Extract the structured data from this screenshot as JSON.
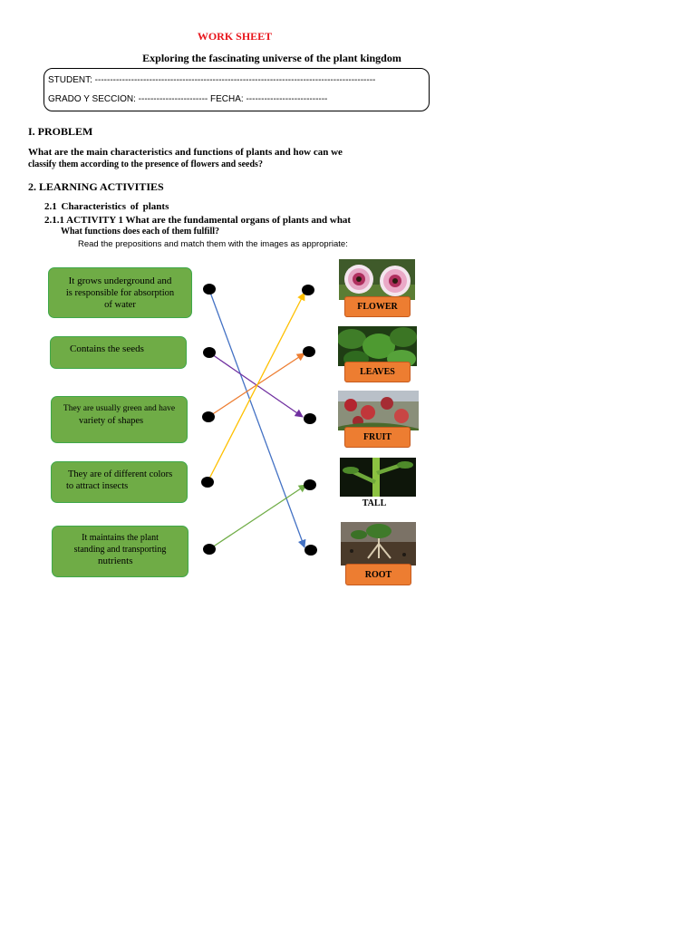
{
  "header": {
    "title": "WORK SHEET",
    "subtitle": "Exploring the fascinating universe of the plant kingdom"
  },
  "info_box": {
    "student_line": "STUDENT: ---------------------------------------------------------------------------------------------",
    "grade_line": "GRADO Y SECCIÓN: ----------------------- FECHA: ---------------------------"
  },
  "section1": {
    "heading": "I. PROBLEM",
    "question_line1": "What are the main characteristics and functions of plants and how can we",
    "question_line2": "classify them according to the presence of flowers and seeds?"
  },
  "section2": {
    "heading": "2. LEARNING ACTIVITIES",
    "sub_2_1": "2.1     Characteristics     of     plants",
    "sub_2_1_1_line1": "2.1.1 ACTIVITY 1 What are the fundamental organs of plants and what",
    "sub_2_1_1_line2": "What functions does each of them fulfill?",
    "bullet": "",
    "instruction": "Read the prepositions and match them with the images as appropriate:"
  },
  "matching": {
    "descriptions": [
      {
        "lines": [
          "It grows underground and",
          "is responsible for absorption",
          "of water"
        ]
      },
      {
        "lines": [
          "Contains the seeds"
        ]
      },
      {
        "lines": [
          "They are usually green and have",
          "variety of shapes"
        ]
      },
      {
        "lines": [
          "They are of different colors",
          "to attract insects"
        ]
      },
      {
        "lines": [
          "It maintains the plant",
          "standing and transporting",
          "nutrients"
        ]
      }
    ],
    "labels": [
      "FLOWER",
      "LEAVES",
      "FRUIT",
      "TALL",
      "ROOT"
    ],
    "line_colors": [
      "#4472c4",
      "#7030a0",
      "#ed7d31",
      "#ffc000",
      "#70ad47"
    ],
    "colors": {
      "description_fill": "#6fac46",
      "label_fill": "#ed7d31",
      "title_red": "#e8141b"
    }
  }
}
